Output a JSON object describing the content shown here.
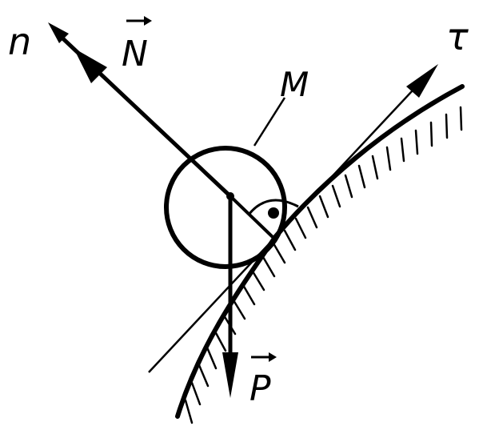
{
  "labels": {
    "normal_axis": "n",
    "normal_force": "N",
    "body": "M",
    "tangent_axis": "τ",
    "weight": "P"
  },
  "colors": {
    "ink": "#000000",
    "background": "#ffffff"
  }
}
